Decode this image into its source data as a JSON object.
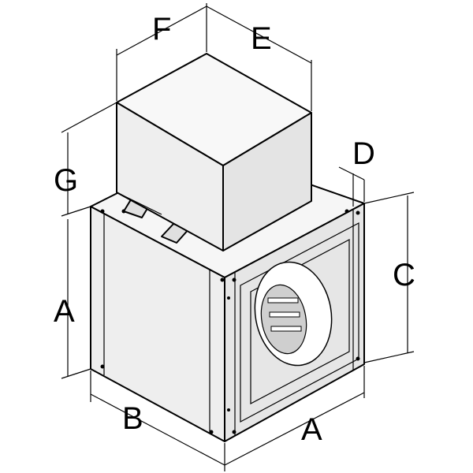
{
  "diagram": {
    "dimension_labels": {
      "F": "F",
      "E": "E",
      "G": "G",
      "D": "D",
      "C": "C",
      "A_left": "A",
      "B": "B",
      "A_bottom": "A"
    },
    "colors": {
      "outline": "#000000",
      "face_light": "#f4f4f4",
      "face_mid": "#e2e2e2",
      "face_dark": "#cfcfcf"
    }
  }
}
